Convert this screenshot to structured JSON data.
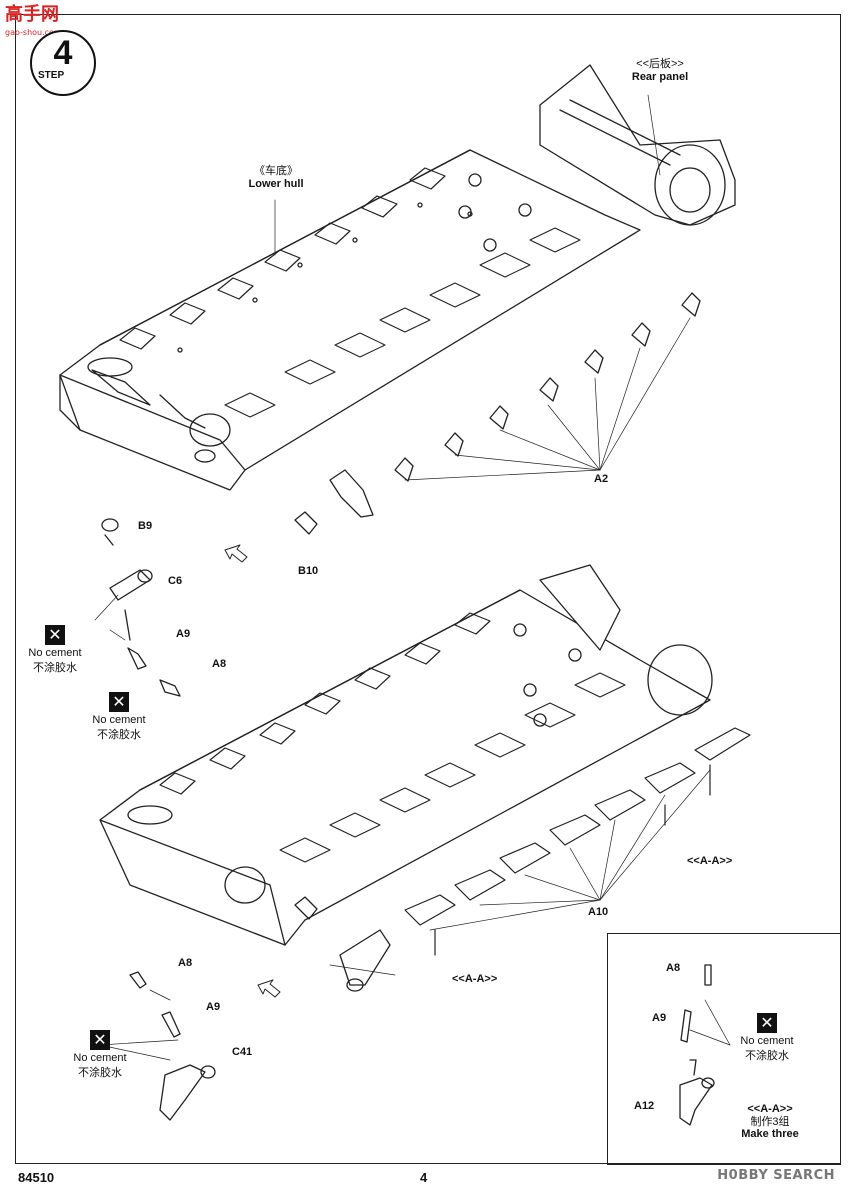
{
  "watermark_top": {
    "brand": "高手网",
    "url": "gao-shou.com"
  },
  "step": {
    "number": "4",
    "word": "STEP"
  },
  "labels": {
    "rear_panel_cn": "<<后板>>",
    "rear_panel_en": "Rear panel",
    "lower_hull_cn": "《车底》",
    "lower_hull_en": "Lower hull",
    "a2": "A2",
    "b9": "B9",
    "c6": "C6",
    "a9_top": "A9",
    "a8_top": "A8",
    "b10": "B10",
    "aa_right": "<<A-A>>",
    "a10": "A10",
    "aa_bottom": "<<A-A>>",
    "a8_bottom": "A8",
    "a9_bottom": "A9",
    "c41": "C41"
  },
  "no_cement": {
    "en": "No cement",
    "cn": "不涂胶水"
  },
  "inset": {
    "a8": "A8",
    "a9": "A9",
    "a12": "A12",
    "aa": "<<A-A>>",
    "cn": "制作3组",
    "en": "Make three"
  },
  "footer": {
    "model": "84510",
    "page": "4"
  },
  "watermark_bottom": "H0BBY SEARCH"
}
